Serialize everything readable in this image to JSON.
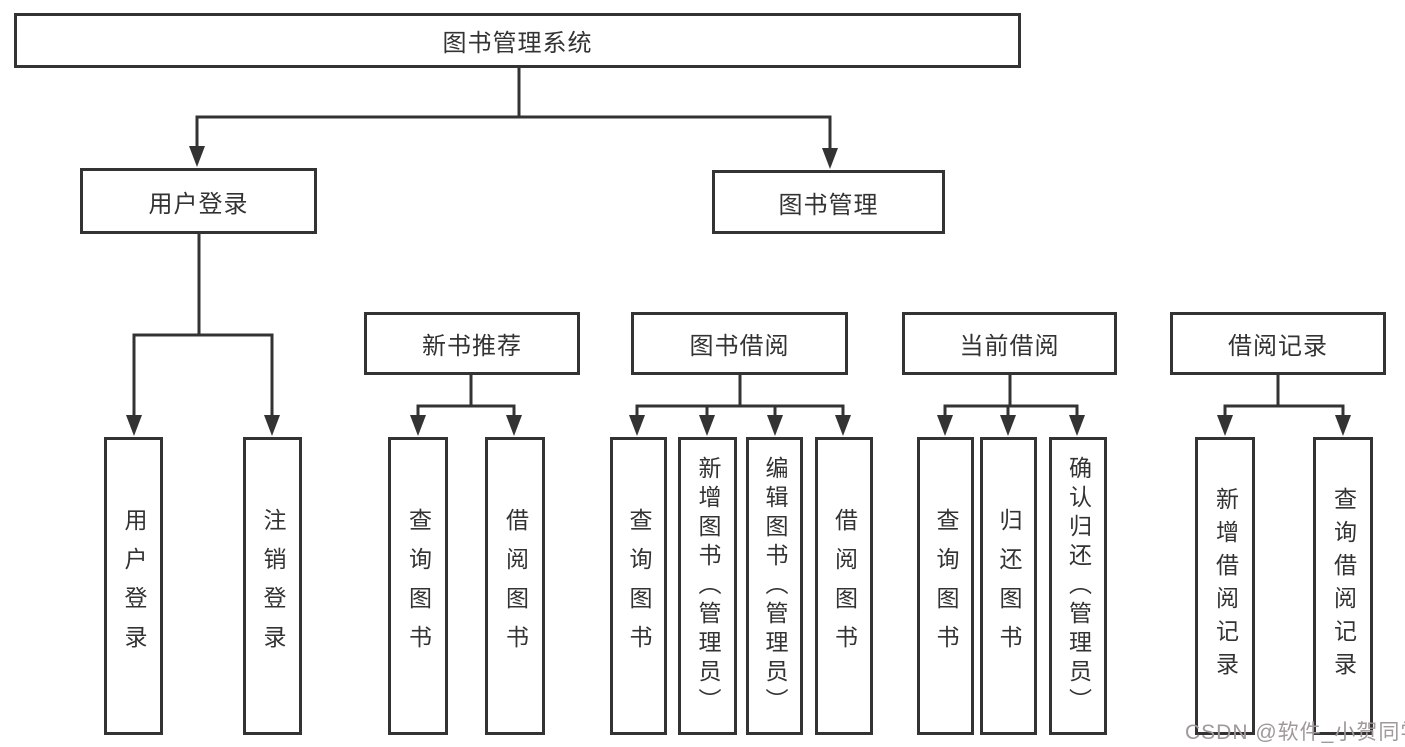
{
  "diagram": {
    "title": "图书管理系统",
    "nodes": {
      "root": {
        "label": "图书管理系统"
      },
      "user_login": {
        "label": "用户登录"
      },
      "book_mgmt": {
        "label": "图书管理"
      },
      "new_book_rec": {
        "label": "新书推荐"
      },
      "book_borrow": {
        "label": "图书借阅"
      },
      "current_borrow": {
        "label": "当前借阅"
      },
      "borrow_record": {
        "label": "借阅记录"
      },
      "leaf_user_login": {
        "label": "用户登录"
      },
      "leaf_logout": {
        "label": "注销登录"
      },
      "leaf_query_book_1": {
        "label": "查询图书"
      },
      "leaf_borrow_book_1": {
        "label": "借阅图书"
      },
      "leaf_query_book_2": {
        "label": "查询图书"
      },
      "leaf_add_book": {
        "label": "新增图书（管理员）"
      },
      "leaf_edit_book": {
        "label": "编辑图书（管理员）"
      },
      "leaf_borrow_book_2": {
        "label": "借阅图书"
      },
      "leaf_query_book_3": {
        "label": "查询图书"
      },
      "leaf_return_book": {
        "label": "归还图书"
      },
      "leaf_confirm_return": {
        "label": "确认归还（管理员）"
      },
      "leaf_add_record": {
        "label": "新增借阅记录"
      },
      "leaf_query_record": {
        "label": "查询借阅记录"
      }
    },
    "structure": {
      "label": "图书管理系统",
      "children": [
        {
          "label": "用户登录",
          "children": [
            {
              "label": "用户登录"
            },
            {
              "label": "注销登录"
            }
          ]
        },
        {
          "label": "图书管理",
          "children": [
            {
              "label": "新书推荐",
              "children": [
                {
                  "label": "查询图书"
                },
                {
                  "label": "借阅图书"
                }
              ]
            },
            {
              "label": "图书借阅",
              "children": [
                {
                  "label": "查询图书"
                },
                {
                  "label": "新增图书（管理员）"
                },
                {
                  "label": "编辑图书（管理员）"
                },
                {
                  "label": "借阅图书"
                }
              ]
            },
            {
              "label": "当前借阅",
              "children": [
                {
                  "label": "查询图书"
                },
                {
                  "label": "归还图书"
                },
                {
                  "label": "确认归还（管理员）"
                }
              ]
            },
            {
              "label": "借阅记录",
              "children": [
                {
                  "label": "新增借阅记录"
                },
                {
                  "label": "查询借阅记录"
                }
              ]
            }
          ]
        }
      ]
    }
  },
  "watermark": "CSDN @软件_小贺同学",
  "colors": {
    "line": "#333333",
    "box_border": "#333333",
    "text": "#333333",
    "background": "#ffffff",
    "watermark": "#a09899"
  }
}
